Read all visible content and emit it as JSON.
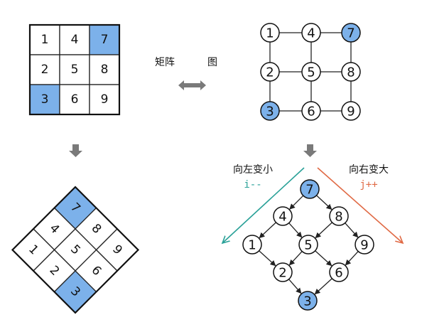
{
  "colors": {
    "highlight": "#7cb1ea",
    "arrow_gray": "#7a7a7a",
    "arrow_teal": "#2aa198",
    "arrow_orange": "#e06a45"
  },
  "matrix": {
    "cells": [
      [
        "1",
        "4",
        "7"
      ],
      [
        "2",
        "5",
        "8"
      ],
      [
        "3",
        "6",
        "9"
      ]
    ],
    "highlighted": [
      "7",
      "3"
    ]
  },
  "relation": {
    "left_label": "矩阵",
    "right_label": "图"
  },
  "graph": {
    "nodes": [
      "1",
      "4",
      "7",
      "2",
      "5",
      "8",
      "3",
      "6",
      "9"
    ],
    "highlighted": [
      "7",
      "3"
    ]
  },
  "rotated_matrix": {
    "cells": [
      "7",
      "4",
      "8",
      "1",
      "5",
      "9",
      "2",
      "6",
      "3"
    ],
    "highlighted": [
      "7",
      "3"
    ]
  },
  "tree": {
    "nodes": [
      "7",
      "4",
      "8",
      "1",
      "5",
      "9",
      "2",
      "6",
      "3"
    ],
    "highlighted": [
      "7",
      "3"
    ]
  },
  "directions": {
    "left_title": "向左变小",
    "left_code": "i--",
    "right_title": "向右变大",
    "right_code": "j++"
  },
  "icons": [
    "down-arrow-icon",
    "double-arrow-icon"
  ]
}
